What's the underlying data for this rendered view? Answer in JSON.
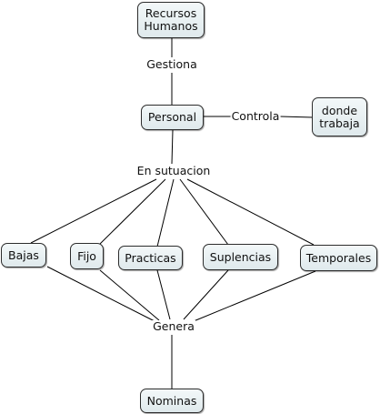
{
  "concepts": {
    "recursos": "Recursos\nHumanos",
    "personal": "Personal",
    "donde": "donde\ntrabaja",
    "bajas": "Bajas",
    "fijo": "Fijo",
    "practicas": "Practicas",
    "suplencias": "Suplencias",
    "temporales": "Temporales",
    "nominas": "Nominas"
  },
  "linking_phrases": {
    "gestiona": "Gestiona",
    "controla": "Controla",
    "en_situacion": "En sutuacion",
    "genera": "Genera"
  },
  "style": {
    "line_color": "#000000",
    "node_border": "#2c2c2c",
    "node_fill": "#e8f0f2"
  }
}
